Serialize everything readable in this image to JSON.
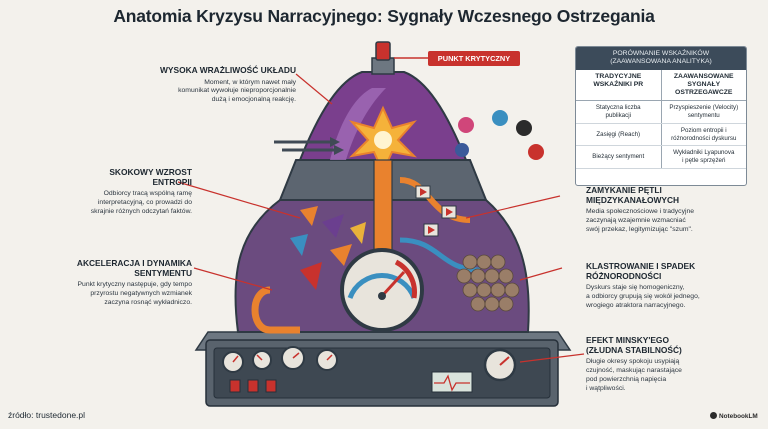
{
  "title": "Anatomia Kryzysu Narracyjnego: Sygnały Wczesnego Ostrzegania",
  "critical_point": "PUNKT KRYTYCZNY",
  "callouts": {
    "sensitivity": {
      "heading": "WYSOKA WRAŻLIWOŚĆ UKŁADU",
      "body": [
        "Moment, w którym nawet mały",
        "komunikat wywołuje nieproporcjonalnie",
        "dużą i emocjonalną reakcję."
      ]
    },
    "entropy": {
      "heading": [
        "SKOKOWY WZROST",
        "ENTROPII"
      ],
      "body": [
        "Odbiorcy tracą wspólną ramę",
        "interpretacyjną, co prowadzi do",
        "skrajnie różnych odczytań faktów."
      ]
    },
    "acceleration": {
      "heading": [
        "AKCELERACJA I DYNAMIKA",
        "SENTYMENTU"
      ],
      "body": [
        "Punkt krytyczny następuje, gdy tempo",
        "przyrostu negatywnych wzmianek",
        "zaczyna rosnąć wykładniczo."
      ]
    },
    "loop": {
      "heading": [
        "ZAMYKANIE PĘTLI",
        "MIĘDZYKANAŁOWYCH"
      ],
      "body": [
        "Media społecznościowe i tradycyjne",
        "zaczynają wzajemnie wzmacniać",
        "swój przekaz, legitymizując \"szum\"."
      ]
    },
    "clustering": {
      "heading": [
        "KLASTROWANIE I SPADEK",
        "RÓŻNORODNOŚCI"
      ],
      "body": [
        "Dyskurs staje się homogeniczny,",
        "a odbiorcy grupują się wokół jednego,",
        "wrogiego atraktora narracyjnego."
      ]
    },
    "minsky": {
      "heading": [
        "EFEKT MINSKY'EGO",
        "(ZŁUDNA STABILNOŚĆ)"
      ],
      "body": [
        "Długie okresy spokoju usypiają",
        "czujność, maskując narastające",
        "pod powierzchnią napięcia",
        "i wątpliwości."
      ]
    }
  },
  "panel": {
    "header": [
      "PORÓWNANIE WSKAŹNIKÓW",
      "(ZAAWANSOWANA ANALITYKA)"
    ],
    "columns": [
      [
        "TRADYCYJNE",
        "WSKAŹNIKI PR"
      ],
      [
        "ZAAWANSOWANE",
        "SYGNAŁY",
        "OSTRZEGAWCZE"
      ]
    ],
    "rows": [
      [
        [
          "Statyczna liczba",
          "publikacji"
        ],
        [
          "Przyspieszenie (Velocity)",
          "sentymentu"
        ]
      ],
      [
        [
          "Zasięgi (Reach)"
        ],
        [
          "Poziom entropii i",
          "różnorodności dyskursu"
        ]
      ],
      [
        [
          "Bieżący sentyment"
        ],
        [
          "Wykładniki Lyapunova",
          "i pętle sprzężeń"
        ]
      ]
    ]
  },
  "source": "źródło: trustedone.pl",
  "brand": "NotebookLM",
  "colors": {
    "accent_red": "#c8322d",
    "dome_purple": "#6b3f8f",
    "steel": "#55606b",
    "pipe_orange": "#e9822e"
  }
}
